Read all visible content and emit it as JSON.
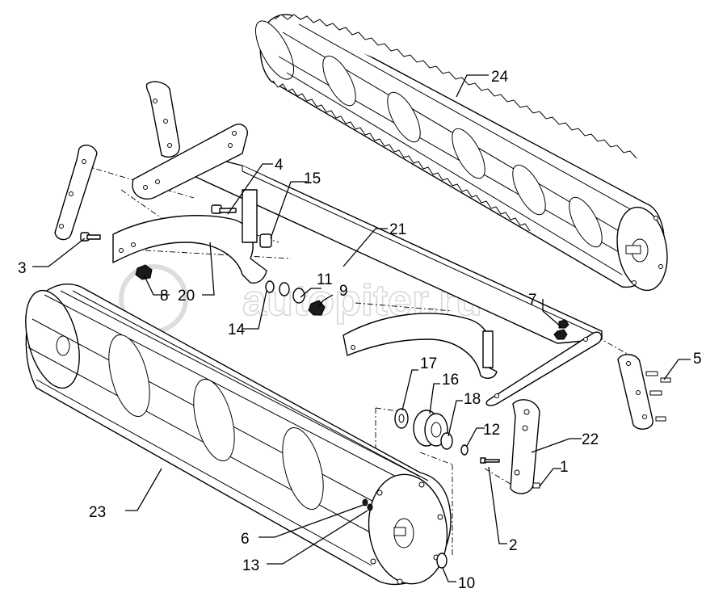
{
  "watermark": {
    "logo_text": "autopiter.ru"
  },
  "callouts": [
    {
      "id": "1",
      "label": "1"
    },
    {
      "id": "2",
      "label": "2"
    },
    {
      "id": "3",
      "label": "3"
    },
    {
      "id": "4",
      "label": "4"
    },
    {
      "id": "5",
      "label": "5"
    },
    {
      "id": "6",
      "label": "6"
    },
    {
      "id": "7",
      "label": "7"
    },
    {
      "id": "8",
      "label": "8"
    },
    {
      "id": "9",
      "label": "9"
    },
    {
      "id": "10",
      "label": "10"
    },
    {
      "id": "11",
      "label": "11"
    },
    {
      "id": "12",
      "label": "12"
    },
    {
      "id": "13",
      "label": "13"
    },
    {
      "id": "14",
      "label": "14"
    },
    {
      "id": "15",
      "label": "15"
    },
    {
      "id": "16",
      "label": "16"
    },
    {
      "id": "17",
      "label": "17"
    },
    {
      "id": "18",
      "label": "18"
    },
    {
      "id": "20",
      "label": "20"
    },
    {
      "id": "21",
      "label": "21"
    },
    {
      "id": "22",
      "label": "22"
    },
    {
      "id": "23",
      "label": "23"
    },
    {
      "id": "24",
      "label": "24"
    }
  ]
}
